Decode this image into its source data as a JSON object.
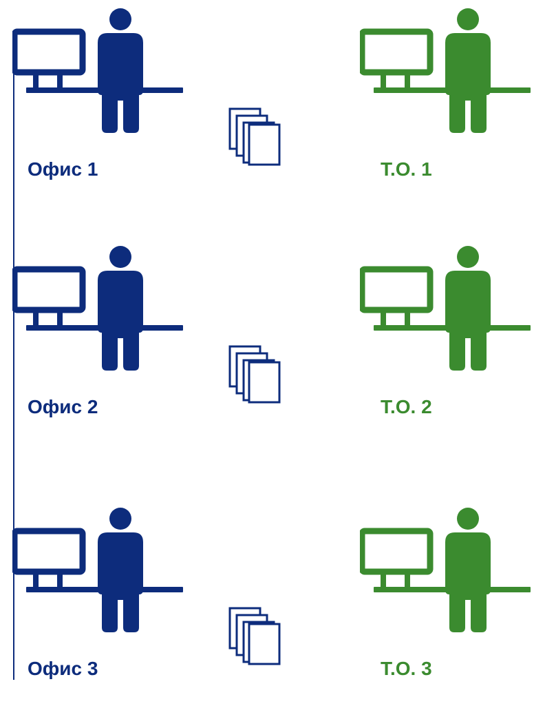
{
  "colors": {
    "office": "#0d2c7c",
    "to": "#3b8b2f",
    "docs": "#0d2c7c"
  },
  "icons": {
    "workstation": "person-at-computer-icon",
    "documents": "documents-stack-icon"
  },
  "rows": [
    {
      "office_label": "Офис 1",
      "to_label": "Т.О. 1"
    },
    {
      "office_label": "Офис 2",
      "to_label": "Т.О. 2"
    },
    {
      "office_label": "Офис 3",
      "to_label": "Т.О. 3"
    }
  ]
}
